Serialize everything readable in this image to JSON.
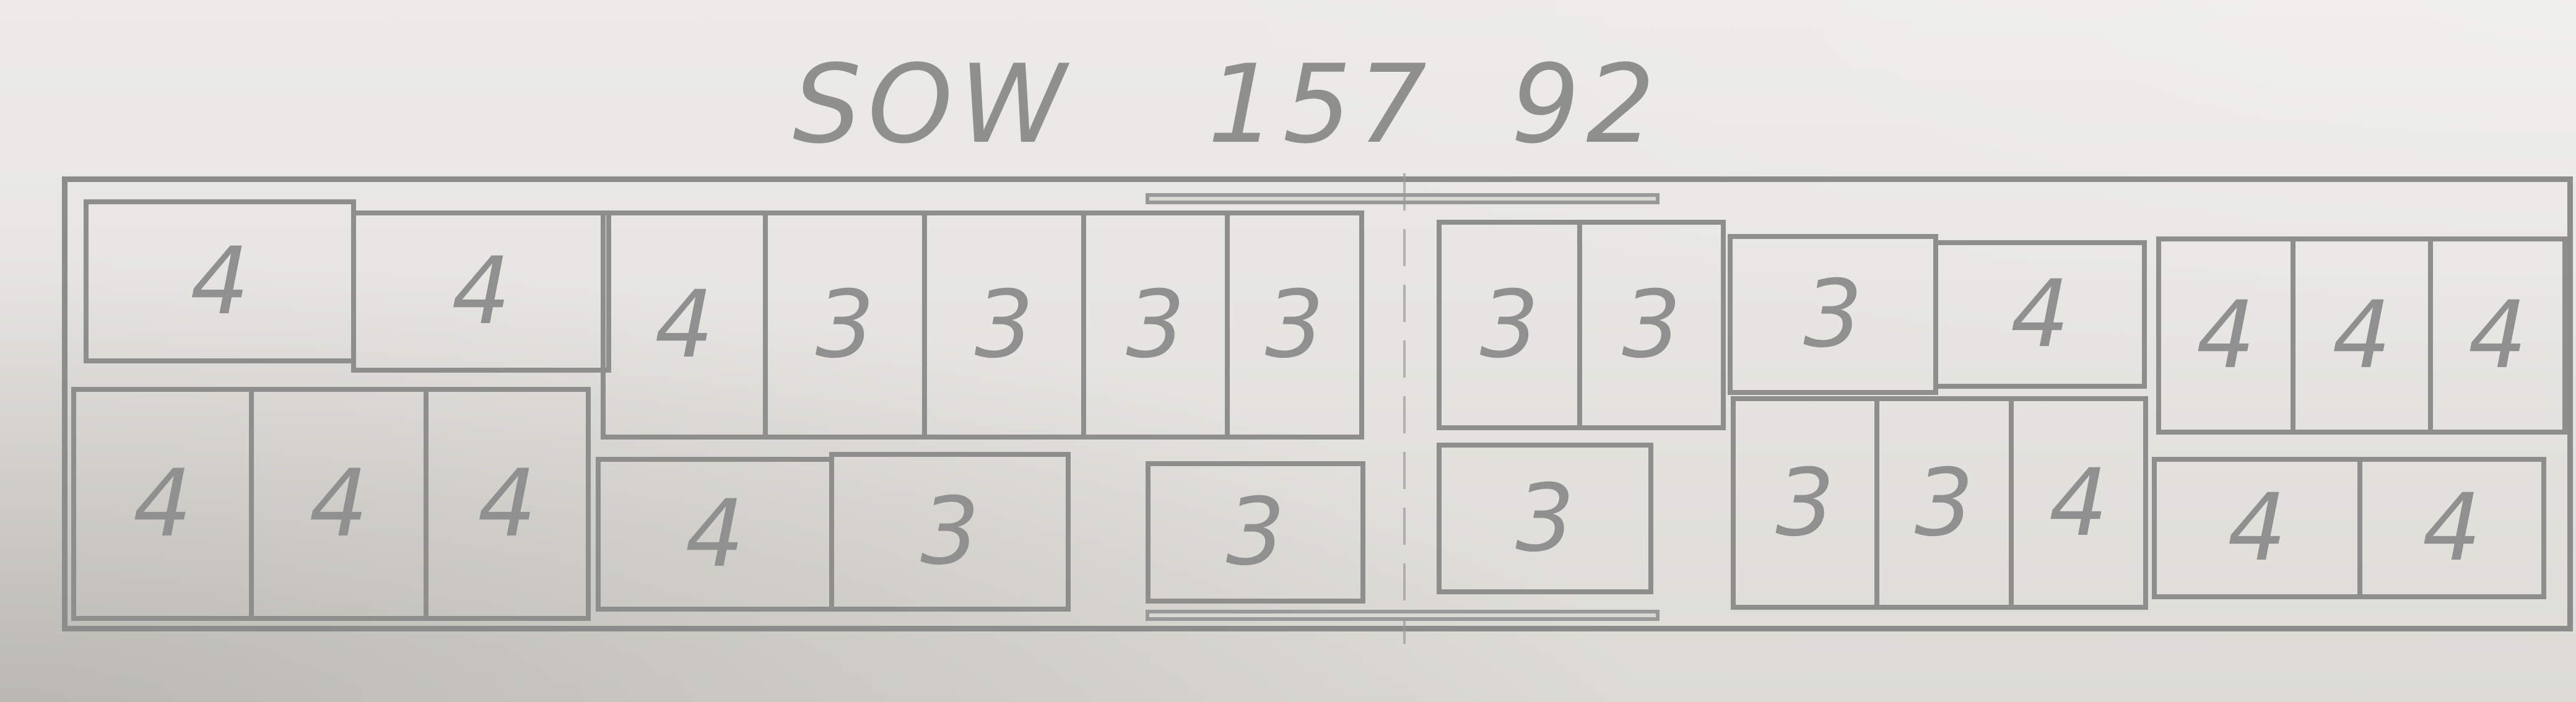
{
  "header": {
    "title": "SOW",
    "number_1": "157",
    "number_2": "92"
  },
  "cells": {
    "top": [
      "4",
      "4",
      "4",
      "3",
      "3",
      "3",
      "3",
      "3",
      "3",
      "3",
      "4",
      "4",
      "4",
      "4"
    ],
    "bottom": [
      "4",
      "4",
      "4",
      "4",
      "3",
      "3",
      "3",
      "3",
      "3",
      "4",
      "4",
      "4"
    ]
  }
}
